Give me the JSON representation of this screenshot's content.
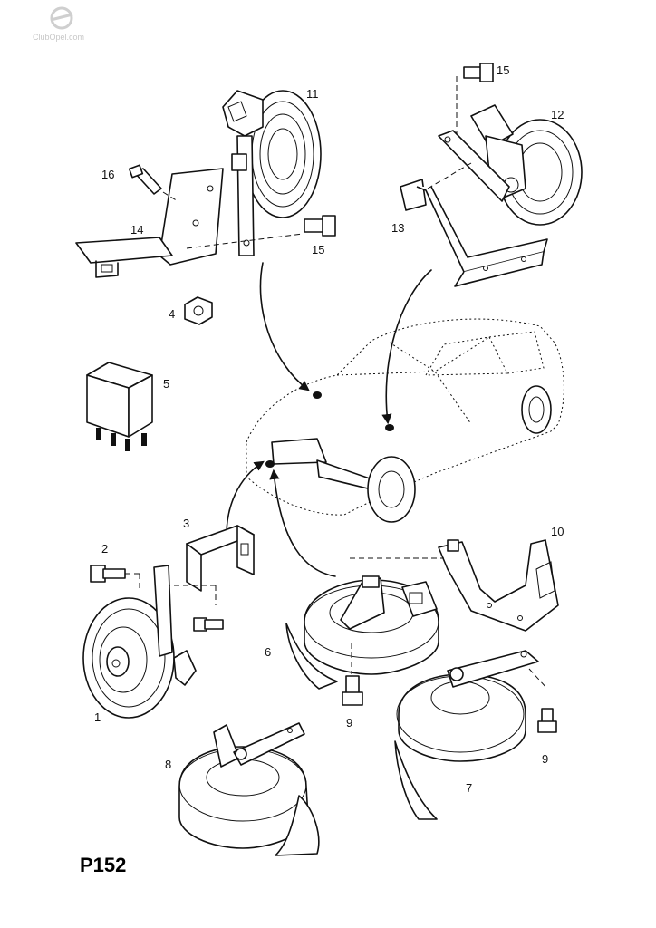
{
  "page": {
    "code": "P152",
    "watermark": "ClubOpel.com"
  },
  "callouts": {
    "c1": "1",
    "c2": "2",
    "c3": "3",
    "c4": "4",
    "c5": "5",
    "c6": "6",
    "c7": "7",
    "c8": "8",
    "c9a": "9",
    "c9b": "9",
    "c10": "10",
    "c11": "11",
    "c12": "12",
    "c13": "13",
    "c14": "14",
    "c15a": "15",
    "c15b": "15",
    "c16": "16"
  }
}
